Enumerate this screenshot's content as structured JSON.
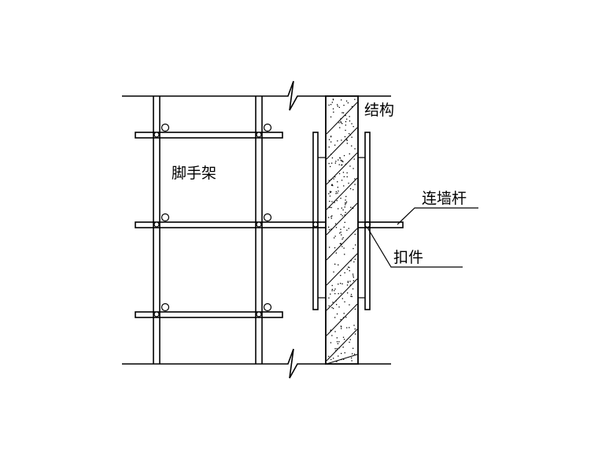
{
  "labels": {
    "structure": "结构",
    "scaffold": "脚手架",
    "tie_rod": "连墙杆",
    "coupler": "扣件"
  },
  "colors": {
    "line": "#000000",
    "background": "#ffffff"
  }
}
